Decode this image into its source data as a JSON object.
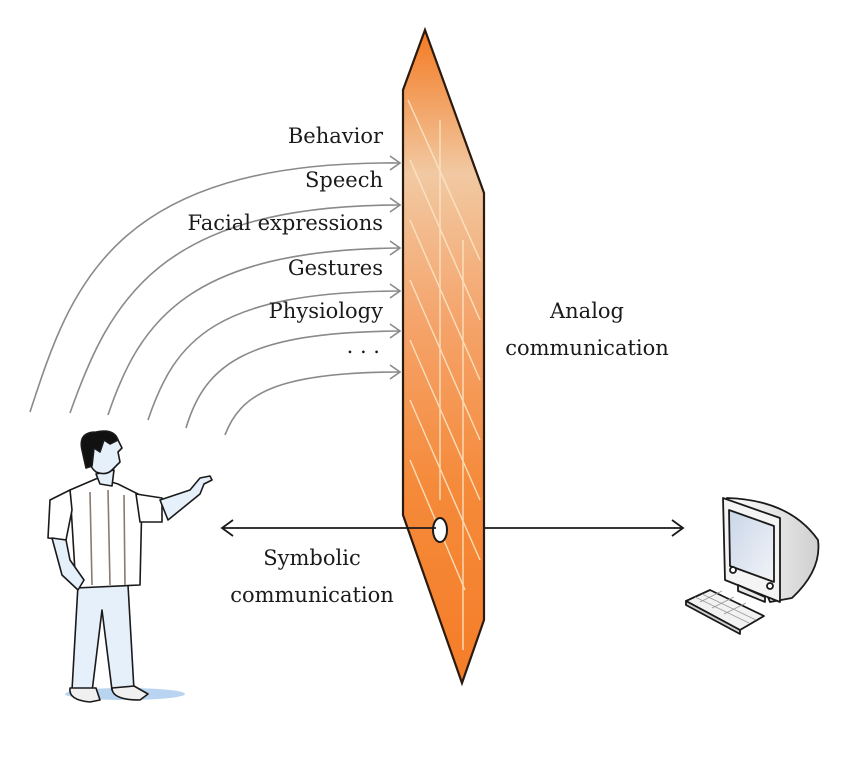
{
  "signals": [
    {
      "label": "Behavior"
    },
    {
      "label": "Speech"
    },
    {
      "label": "Facial expressions"
    },
    {
      "label": "Gestures"
    },
    {
      "label": "Physiology"
    },
    {
      "label": ". . ."
    }
  ],
  "analog": {
    "line1": "Analog",
    "line2": "communication"
  },
  "symbolic": {
    "line1": "Symbolic",
    "line2": "communication"
  },
  "colors": {
    "wall": "#f58a3a",
    "wall_light": "#f3d3b0",
    "arrow_gray": "#8a8a8a",
    "line": "#1a1a1a"
  }
}
